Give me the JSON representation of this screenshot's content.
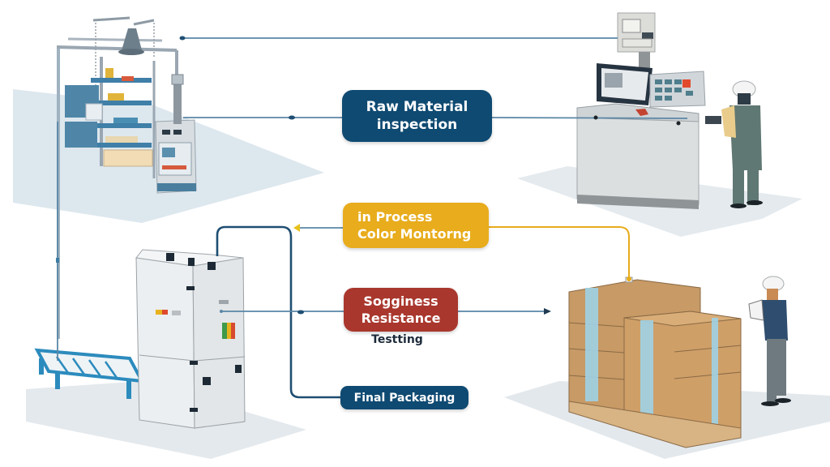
{
  "diagram": {
    "title": "",
    "stages": [
      {
        "id": "raw",
        "lines": [
          "Raw Material",
          "inspection"
        ],
        "color": "#0f4a72"
      },
      {
        "id": "color",
        "lines": [
          "in Process",
          "Color Montorng"
        ],
        "color": "#e8ac1c"
      },
      {
        "id": "soggy",
        "lines": [
          "Sogginess",
          "Resistance"
        ],
        "sublabel": "Testting",
        "color": "#a9372d"
      },
      {
        "id": "final",
        "lines": [
          "Final Packaging"
        ],
        "color": "#0f4a72"
      }
    ],
    "illustrations": [
      {
        "id": "shelving-rack",
        "description": "raw material storage rack with control cabinet"
      },
      {
        "id": "inspection-console",
        "description": "inspection console with monitor, keypad and operator"
      },
      {
        "id": "processing-cabinet",
        "description": "processing cabinet with roller conveyor"
      },
      {
        "id": "pallet-boxes",
        "description": "strapped cardboard boxes on pallet with operator holding clipboard"
      }
    ],
    "connector_colors": {
      "navy": "#1f4e72",
      "steel": "#5a87a6",
      "amber": "#e8ac1c"
    }
  }
}
